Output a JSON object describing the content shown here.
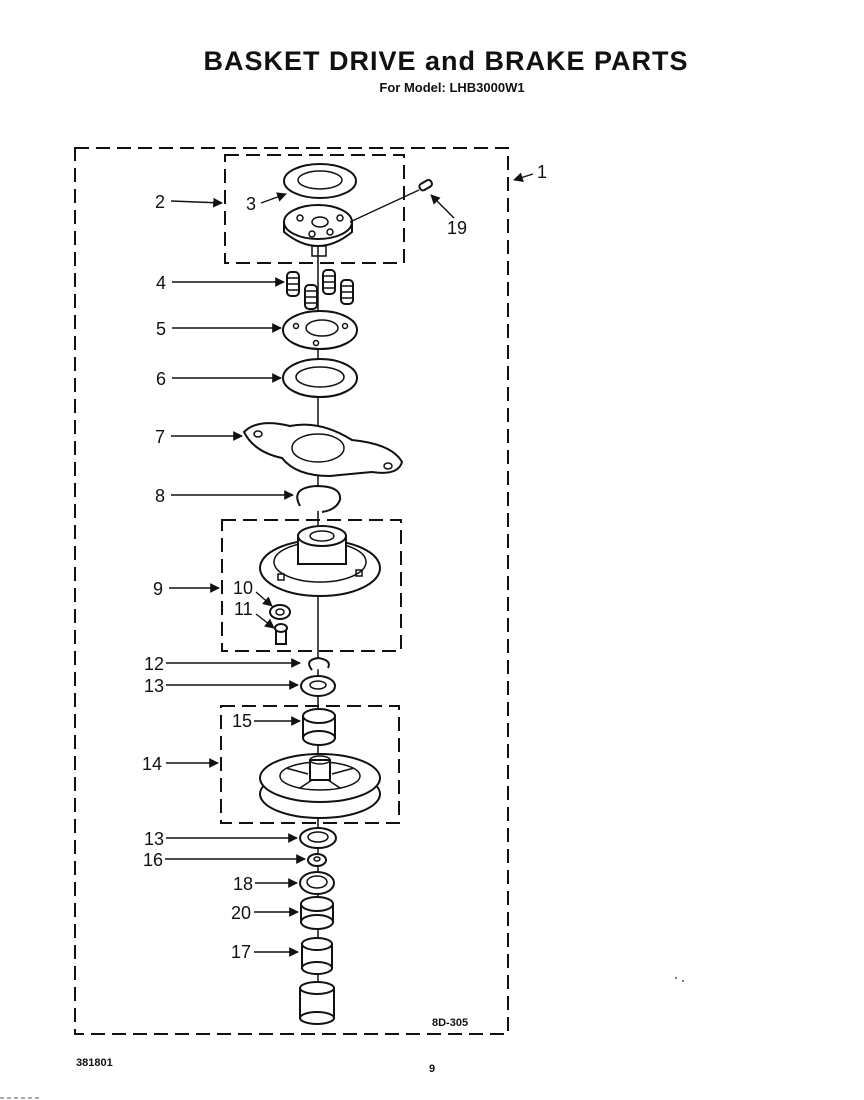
{
  "title": "BASKET DRIVE and BRAKE PARTS",
  "subtitle": "For Model: LHB3000W1",
  "callouts": [
    "1",
    "2",
    "3",
    "19",
    "4",
    "5",
    "6",
    "7",
    "8",
    "9",
    "10",
    "11",
    "12",
    "13",
    "15",
    "14",
    "13",
    "16",
    "18",
    "20",
    "17"
  ],
  "drawing_code": "8D-305",
  "document_number": "381801",
  "page_number": "9"
}
